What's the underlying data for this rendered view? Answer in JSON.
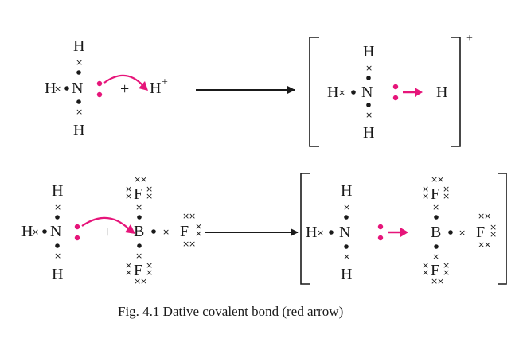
{
  "atoms": {
    "H": "H",
    "N": "N",
    "B": "B",
    "F": "F"
  },
  "symbols": {
    "plus": "+",
    "charge": "+",
    "cross": "×"
  },
  "caption": "Fig. 4.1 Dative covalent bond (red arrow)",
  "colors": {
    "dative_arrow": "#e6157a",
    "text": "#1a1a1a"
  }
}
